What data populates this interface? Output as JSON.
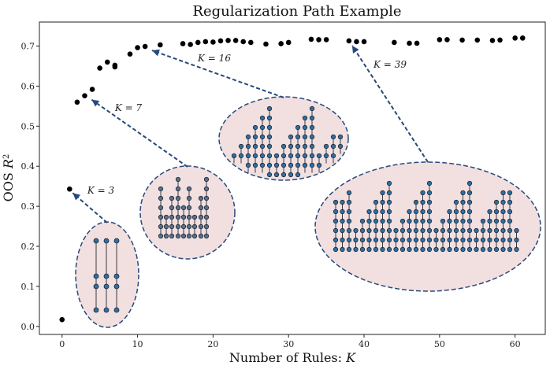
{
  "chart_data": {
    "type": "scatter",
    "title": "Regularization Path Example",
    "xlabel": "Number of Rules: ",
    "xlabel_var": "K",
    "ylabel": "OOS ",
    "ylabel_var": "R",
    "ylabel_sup": "2",
    "xlim": [
      -3,
      64
    ],
    "ylim": [
      -0.02,
      0.76
    ],
    "xticks": [
      0,
      10,
      20,
      30,
      40,
      50,
      60
    ],
    "yticks": [
      0.0,
      0.1,
      0.2,
      0.3,
      0.4,
      0.5,
      0.6,
      0.7
    ],
    "ytick_labels": [
      "0.0",
      "0.1",
      "0.2",
      "0.3",
      "0.4",
      "0.5",
      "0.6",
      "0.7"
    ],
    "grid": false,
    "point_color": "#000000",
    "points": [
      [
        0,
        0.017
      ],
      [
        1,
        0.343
      ],
      [
        2,
        0.56
      ],
      [
        3,
        0.576
      ],
      [
        4,
        0.592
      ],
      [
        5,
        0.645
      ],
      [
        6,
        0.66
      ],
      [
        7,
        0.652
      ],
      [
        7,
        0.648
      ],
      [
        9,
        0.68
      ],
      [
        10,
        0.696
      ],
      [
        11,
        0.699
      ],
      [
        13,
        0.703
      ],
      [
        16,
        0.706
      ],
      [
        17,
        0.704
      ],
      [
        18,
        0.709
      ],
      [
        19,
        0.711
      ],
      [
        20,
        0.71
      ],
      [
        21,
        0.713
      ],
      [
        22,
        0.714
      ],
      [
        23,
        0.714
      ],
      [
        24,
        0.711
      ],
      [
        25,
        0.709
      ],
      [
        27,
        0.705
      ],
      [
        29,
        0.706
      ],
      [
        30,
        0.709
      ],
      [
        33,
        0.717
      ],
      [
        34,
        0.716
      ],
      [
        35,
        0.716
      ],
      [
        38,
        0.713
      ],
      [
        39,
        0.711
      ],
      [
        40,
        0.711
      ],
      [
        44,
        0.709
      ],
      [
        46,
        0.707
      ],
      [
        47,
        0.707
      ],
      [
        50,
        0.716
      ],
      [
        51,
        0.716
      ],
      [
        53,
        0.715
      ],
      [
        55,
        0.715
      ],
      [
        57,
        0.714
      ],
      [
        58,
        0.715
      ],
      [
        60,
        0.72
      ],
      [
        61,
        0.72
      ]
    ],
    "annotations": [
      {
        "text": "K = 3",
        "target": [
          1,
          0.343
        ]
      },
      {
        "text": "K = 7",
        "target": [
          3.5,
          0.576
        ]
      },
      {
        "text": "K = 16",
        "target": [
          11.5,
          0.699
        ]
      },
      {
        "text": "K = 39",
        "target": [
          38,
          0.711
        ]
      }
    ]
  },
  "colors": {
    "ellipse_fill": "#f2dfe0",
    "ellipse_stroke": "#27497a",
    "arrow": "#27497a",
    "node_blue": "#2e6fa0",
    "node_gray": "#5a6f88"
  }
}
